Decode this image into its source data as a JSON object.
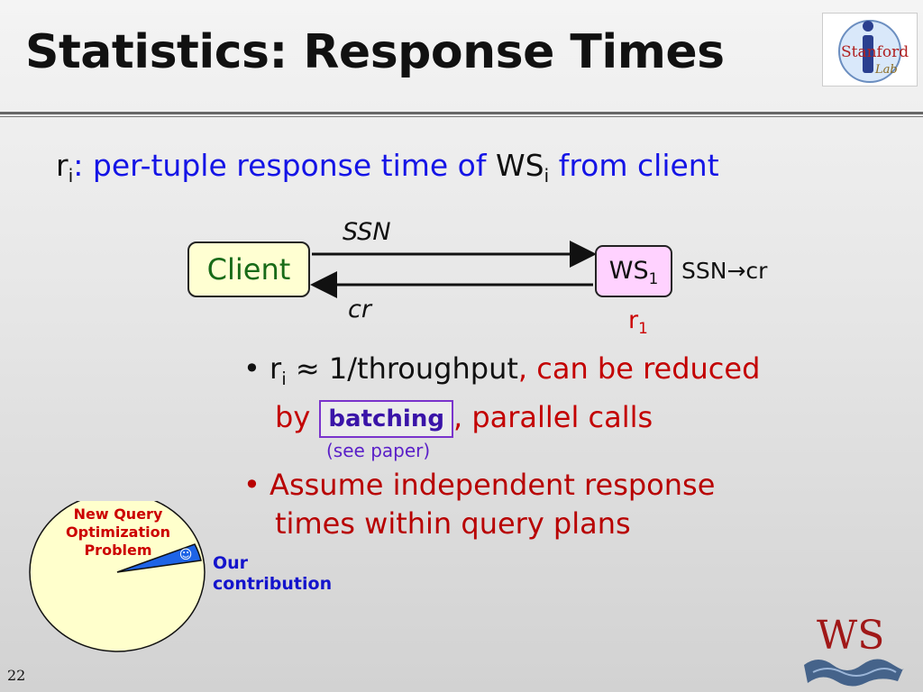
{
  "slide": {
    "title": "Statistics: Response Times",
    "page_number": "22",
    "logo_text": "Stanford Lab",
    "ws_logo_text": "WS"
  },
  "definition": {
    "r": "r",
    "r_sub": "i",
    "text1": ": per-tuple response time of ",
    "ws": "WS",
    "ws_sub": "i",
    "text2": " from client"
  },
  "diagram": {
    "client_label": "Client",
    "ws_label": "WS",
    "ws_sub": "1",
    "forward_label": "SSN",
    "back_label": "cr",
    "mapping": "SSN→cr",
    "r_label": "r",
    "r_sub": "1"
  },
  "bullets": {
    "b1_r": "r",
    "b1_sub": "i",
    "b1_text": " ≈ 1/throughput",
    "b1_red": ", can be reduced",
    "b1_by": "by ",
    "b1_batching": "batching",
    "b1_rest": ", parallel calls",
    "see_paper": "(see paper)",
    "b2_line1": "Assume independent response",
    "b2_line2": "times within query plans"
  },
  "pie": {
    "label_line1": "New Query",
    "label_line2": "Optimization",
    "label_line3": "Problem",
    "contrib_line1": "Our",
    "contrib_line2": "contribution",
    "smiley": "☺"
  },
  "colors": {
    "blue_text": "#1414e6",
    "red_text": "#c30000",
    "client_fill": "#ffffd2",
    "ws_fill": "#ffd2ff",
    "pie_fill": "#ffffcc",
    "slice_fill": "#1e64e6"
  }
}
